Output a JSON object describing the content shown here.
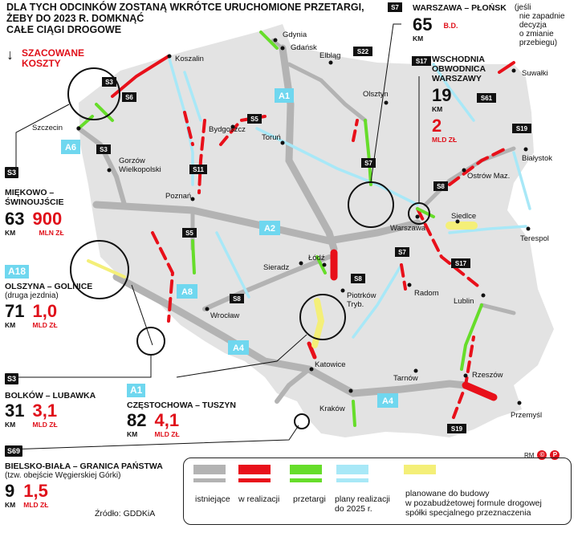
{
  "title_lines": [
    "DLA TYCH ODCINKÓW ZOSTANĄ WKRÓTCE URUCHOMIONE PRZETARGI,",
    "ŻEBY DO 2023 R. DOMKNĄĆ",
    "CAŁE CIĄGI DROGOWE"
  ],
  "costs_label_lines": [
    "SZACOWANE",
    "KOSZTY"
  ],
  "cities": {
    "gdynia": "Gdynia",
    "gdansk": "Gdańsk",
    "koszalin": "Koszalin",
    "elblag": "Elbląg",
    "olsztyn": "Olsztyn",
    "suwalki": "Suwałki",
    "szczecin": "Szczecin",
    "bydgoszcz": "Bydgoszcz",
    "torun": "Toruń",
    "gorzow_1": "Gorzów",
    "gorzow_2": "Wielkopolski",
    "bialystok": "Białystok",
    "ostrow": "Ostrów Maz.",
    "poznan": "Poznań",
    "warszawa": "Warszawa",
    "siedlce": "Siedlce",
    "terespol": "Terespol",
    "lodz": "Łódź",
    "sieradz": "Sieradz",
    "piotrkow_1": "Piotrków",
    "piotrkow_2": "Tryb.",
    "radom": "Radom",
    "lublin": "Lublin",
    "wroclaw": "Wrocław",
    "katowice": "Katowice",
    "tarnow": "Tarnów",
    "rzeszow": "Rzeszów",
    "krakow": "Kraków",
    "przemysl": "Przemyśl"
  },
  "road_labels": {
    "s7_top": "S7",
    "s22": "S22",
    "a1_north": "A1",
    "s3_north": "S3",
    "s6": "S6",
    "s5_north": "S5",
    "s17_top": "S17",
    "s61": "S61",
    "s19_north": "S19",
    "a6": "A6",
    "s3_mid": "S3",
    "s11": "S11",
    "s7_mid": "S7",
    "s8_ne": "S8",
    "a2": "A2",
    "s5_south": "S5",
    "s7_south": "S7",
    "s17_south": "S17",
    "s8_mid": "S8",
    "a8": "A8",
    "s8_west": "S8",
    "a4_west": "A4",
    "a4_east": "A4",
    "s19_south": "S19"
  },
  "projects": {
    "warszawa_plonsk": {
      "badge": "S7",
      "name": "WARSZAWA – PŁOŃSK",
      "km": "65",
      "km_unit": "KM",
      "cost": "B.D.",
      "note": [
        "(jeśli",
        "nie zapadnie",
        "decyzja",
        "o zmianie",
        "przebiegu)"
      ]
    },
    "wschodnia_obwodnica": {
      "badge": "S17",
      "name_lines": [
        "WSCHODNIA",
        "OBWODNICA",
        "WARSZAWY"
      ],
      "km": "19",
      "km_unit": "KM",
      "cost": "2",
      "cost_unit": "MLD ZŁ"
    },
    "miekowo": {
      "badge": "S3",
      "name": "MIĘKOWO – ŚWINOUJŚCIE",
      "km": "63",
      "km_unit": "KM",
      "cost": "900",
      "cost_unit": "MLN ZŁ"
    },
    "olszyna": {
      "badge": "A18",
      "name": "OLSZYNA – GOLNICE",
      "sub": "(druga jezdnia)",
      "km": "71",
      "km_unit": "KM",
      "cost": "1,0",
      "cost_unit": "MLD ZŁ"
    },
    "bolkow": {
      "badge": "S3",
      "name": "BOLKÓW – LUBAWKA",
      "km": "31",
      "km_unit": "KM",
      "cost": "3,1",
      "cost_unit": "MLD ZŁ"
    },
    "czestochowa": {
      "badge": "A1",
      "name": "CZĘSTOCHOWA – TUSZYN",
      "km": "82",
      "km_unit": "KM",
      "cost": "4,1",
      "cost_unit": "MLD ZŁ"
    },
    "bielsko": {
      "badge": "S69",
      "name": "BIELSKO-BIAŁA – GRANICA PAŃSTWA",
      "sub": "(tzw. obejście Węgierskiej Górki)",
      "km": "9",
      "km_unit": "KM",
      "cost": "1,5",
      "cost_unit": "MLD ZŁ"
    }
  },
  "legend": {
    "existing": "istniejące",
    "in_progress": "w realizacji",
    "tenders": "przetargi",
    "plans_1": "plany realizacji",
    "plans_2": "do 2025 r.",
    "planned_1": "planowane do budowy",
    "planned_2": "w pozabudżetowej formule drogowej",
    "planned_3": "spółki specjalnego przeznaczenia"
  },
  "source": "Źródło: GDDKiA",
  "credit": "RM",
  "colors": {
    "existing": "#b3b3b3",
    "in_progress": "#e8101a",
    "tenders": "#66dd2a",
    "plans": "#a8e8f7",
    "planned": "#f4ef78",
    "map_bg": "#e3e3e3",
    "accent_red": "#e0101a",
    "badge_blue": "#6fd7ef"
  }
}
